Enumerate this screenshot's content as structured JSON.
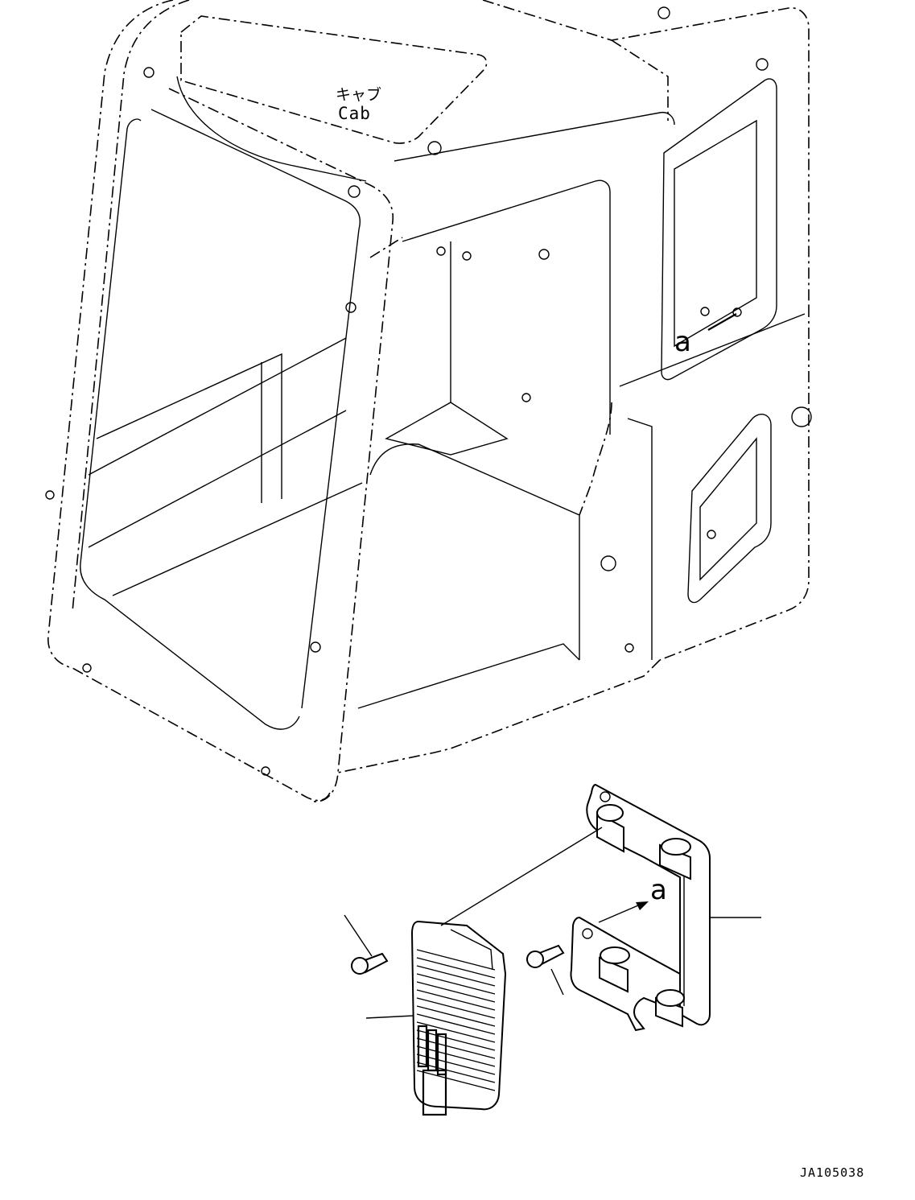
{
  "labels": {
    "cab_jp": "キャブ",
    "cab_en": "Cab",
    "reference_a_top": "a",
    "reference_a_bracket": "a",
    "drawing_code": "JA105038"
  },
  "colors": {
    "line": "#000000",
    "background": "#ffffff"
  }
}
